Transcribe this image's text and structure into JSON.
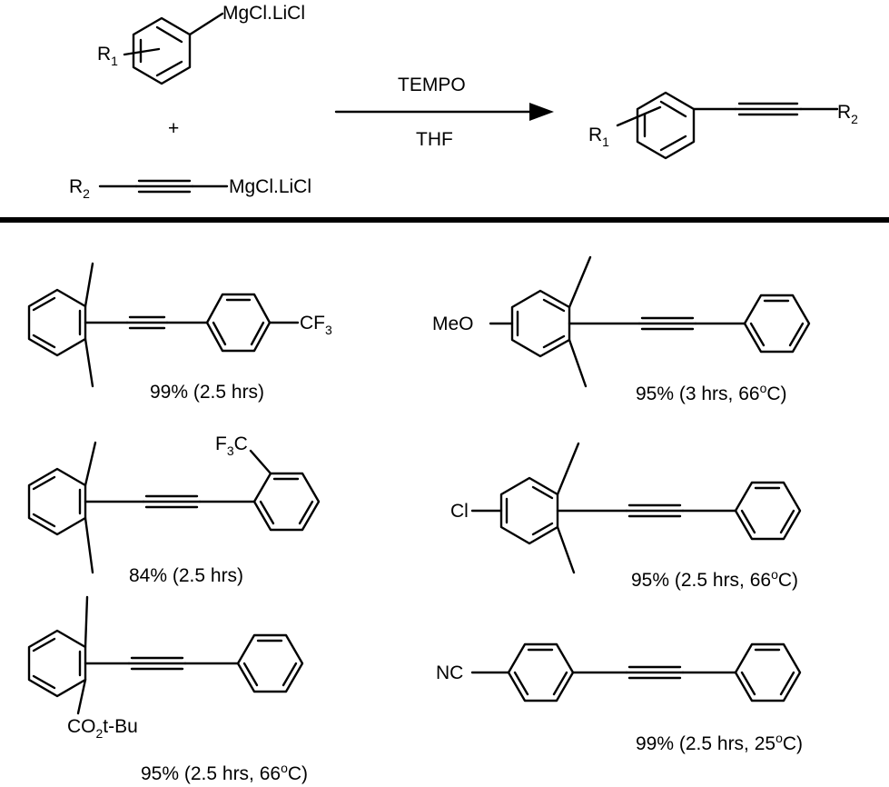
{
  "scheme": {
    "reagent_aryl": {
      "r_letter": "R",
      "r_sub": "1",
      "group": "MgCl.LiCl"
    },
    "plus": "+",
    "reagent_alkynyl": {
      "r_letter": "R",
      "r_sub": "2",
      "group": "MgCl.LiCl"
    },
    "conditions": {
      "above": "TEMPO",
      "below": "THF"
    },
    "product": {
      "r1_letter": "R",
      "r1_sub": "1",
      "r2_letter": "R",
      "r2_sub": "2"
    }
  },
  "examples": [
    {
      "substituent": {
        "main": "CF",
        "sub": "3"
      },
      "yield": "99% (2.5 hrs)"
    },
    {
      "substituent": {
        "main": "MeO"
      },
      "yield_prefix": "95% (3 hrs, 66",
      "yield_sup": "o",
      "yield_suffix": "C)"
    },
    {
      "substituent": {
        "pre": "F",
        "sub": "3",
        "main": "C"
      },
      "yield": "84% (2.5 hrs)"
    },
    {
      "substituent": {
        "main": "Cl"
      },
      "yield_prefix": "95% (2.5 hrs, 66",
      "yield_sup": "o",
      "yield_suffix": "C)"
    },
    {
      "substituent": {
        "pre": "CO",
        "sub": "2",
        "main": "t-Bu"
      },
      "yield_prefix": "95% (2.5 hrs, 66",
      "yield_sup": "o",
      "yield_suffix": "C)"
    },
    {
      "substituent": {
        "main": "NC"
      },
      "yield_prefix": "99% (2.5 hrs, 25",
      "yield_sup": "o",
      "yield_suffix": "C)"
    }
  ],
  "colors": {
    "ink": "#000000",
    "background": "#ffffff"
  }
}
